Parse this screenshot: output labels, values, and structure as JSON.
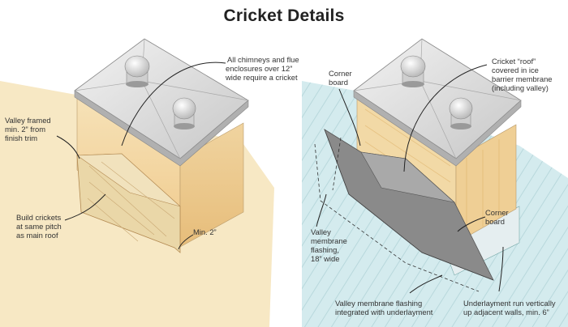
{
  "title": "Cricket Details",
  "left": {
    "label_chimney": [
      "All chimneys and flue",
      "enclosures over 12”",
      "wide require a cricket"
    ],
    "label_valley_framed": [
      "Valley framed",
      "min. 2” from",
      "finish trim"
    ],
    "label_build": [
      "Build crickets",
      "at same pitch",
      "as main roof"
    ],
    "label_min2": [
      "Min. 2”"
    ]
  },
  "right": {
    "label_corner_top": [
      "Corner",
      "board"
    ],
    "label_cricket_roof": [
      "Cricket “roof”",
      "covered in ice",
      "barrier membrane",
      "(including valley)"
    ],
    "label_corner_right": [
      "Corner",
      "board"
    ],
    "label_valley_flashing": [
      "Valley",
      "membrane",
      "flashing,",
      "18” wide"
    ],
    "label_integrated": [
      "Valley membrane flashing",
      "integrated with underlayment"
    ],
    "label_underlayment": [
      "Underlayment run vertically",
      "up adjacent walls, min. 6”"
    ]
  },
  "colors": {
    "roof_left": "#f7e8c4",
    "chimney_face": "#f3d59e",
    "chimney_cap": "#d6d6d6",
    "roof_right": "#cfe6e8",
    "membrane": "#8a8a8a"
  }
}
